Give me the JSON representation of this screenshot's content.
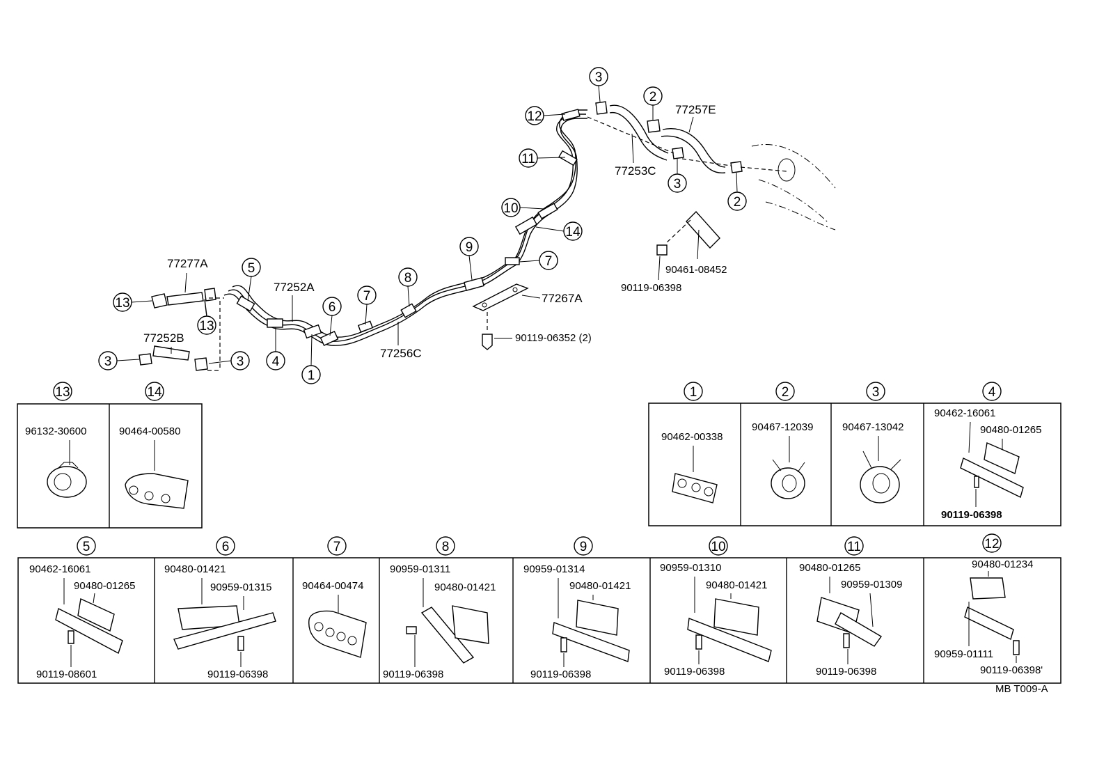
{
  "diagram": {
    "footer_code": "MB  T009-A",
    "main_labels": {
      "p77277A": "77277A",
      "p77252A": "77252A",
      "p77252B": "77252B",
      "p77256C": "77256C",
      "p77267A": "77267A",
      "p77253C": "77253C",
      "p77257E": "77257E",
      "p90119_06352": "90119-06352 (2)",
      "p90461_08452": "90461-08452",
      "p90119_06398": "90119-06398"
    },
    "callouts": {
      "c1": "1",
      "c2": "2",
      "c3": "3",
      "c4": "4",
      "c5": "5",
      "c6": "6",
      "c7": "7",
      "c8": "8",
      "c9": "9",
      "c10": "10",
      "c11": "11",
      "c12": "12",
      "c13": "13",
      "c14": "14"
    },
    "detail_boxes": {
      "b13": {
        "num": "13",
        "parts": [
          "96132-30600"
        ]
      },
      "b14": {
        "num": "14",
        "parts": [
          "90464-00580"
        ]
      },
      "b1": {
        "num": "1",
        "parts": [
          "90462-00338"
        ]
      },
      "b2": {
        "num": "2",
        "parts": [
          "90467-12039"
        ]
      },
      "b3": {
        "num": "3",
        "parts": [
          "90467-13042"
        ]
      },
      "b4": {
        "num": "4",
        "parts": [
          "90462-16061",
          "90480-01265",
          "90119-06398"
        ]
      },
      "b5": {
        "num": "5",
        "parts": [
          "90462-16061",
          "90480-01265",
          "90119-08601"
        ]
      },
      "b6": {
        "num": "6",
        "parts": [
          "90480-01421",
          "90959-01315",
          "90119-06398"
        ]
      },
      "b7": {
        "num": "7",
        "parts": [
          "90464-00474"
        ]
      },
      "b8": {
        "num": "8",
        "parts": [
          "90959-01311",
          "90480-01421",
          "90119-06398"
        ]
      },
      "b9": {
        "num": "9",
        "parts": [
          "90959-01314",
          "90480-01421",
          "90119-06398"
        ]
      },
      "b10": {
        "num": "10",
        "parts": [
          "90959-01310",
          "90480-01421",
          "90119-06398"
        ]
      },
      "b11": {
        "num": "11",
        "parts": [
          "90480-01265",
          "90959-01309",
          "90119-06398"
        ]
      },
      "b12": {
        "num": "12",
        "parts": [
          "90480-01234",
          "90959-01111",
          "90119-06398'"
        ]
      }
    }
  }
}
